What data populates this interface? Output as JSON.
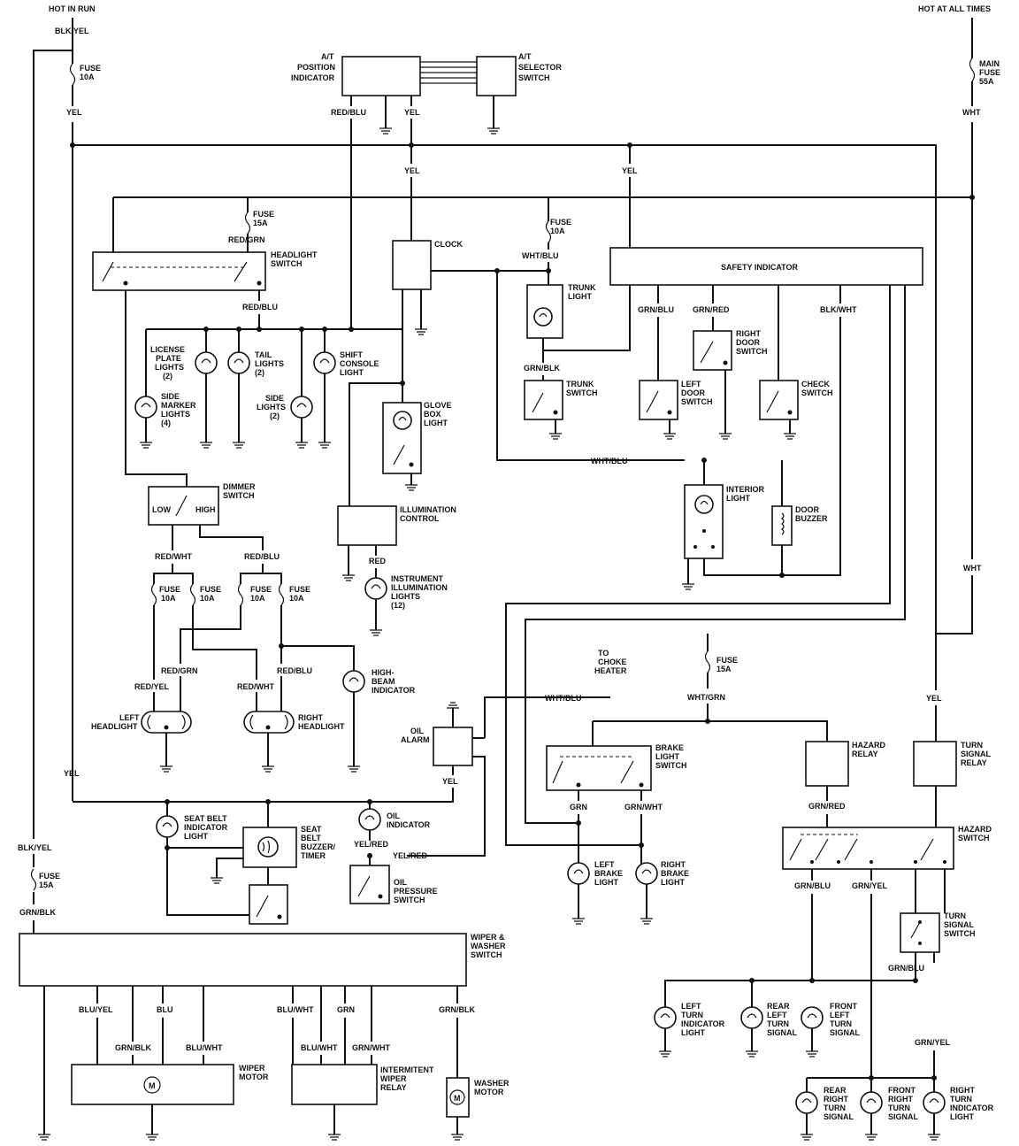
{
  "labels": {
    "hot_in_run": "HOT IN RUN",
    "hot_at_all_times": "HOT AT ALL TIMES",
    "blk_yel_top": "BLK/YEL",
    "fuse_10a_l1": "FUSE",
    "fuse_10a_l2": "10A",
    "yel_left": "YEL",
    "main_fuse_l1": "MAIN",
    "main_fuse_l2": "FUSE",
    "main_fuse_l3": "55A",
    "wht_right": "WHT",
    "at_pos_l1": "A/T",
    "at_pos_l2": "POSITION",
    "at_pos_l3": "INDICATOR",
    "at_sel_l1": "A/T",
    "at_sel_l2": "SELECTOR",
    "at_sel_l3": "SWITCH",
    "red_blu_at": "RED/BLU",
    "yel_at": "YEL",
    "yel_clock": "YEL",
    "yel_safety": "YEL",
    "fuse15_l1": "FUSE",
    "fuse15_l2": "15A",
    "red_grn_hl": "RED/GRN",
    "headlight_l1": "HEADLIGHT",
    "headlight_l2": "SWITCH",
    "red_blu_hl": "RED/BLU",
    "clock": "CLOCK",
    "fuse10_trunk_l1": "FUSE",
    "fuse10_trunk_l2": "10A",
    "wht_blu_trunk": "WHT/BLU",
    "safety_indicator": "SAFETY INDICATOR",
    "trunk_light_l1": "TRUNK",
    "trunk_light_l2": "LIGHT",
    "grn_blk_trunk": "GRN/BLK",
    "trunk_switch_l1": "TRUNK",
    "trunk_switch_l2": "SWITCH",
    "grn_blu_safety": "GRN/BLU",
    "grn_red_safety": "GRN/RED",
    "blk_wht_safety": "BLK/WHT",
    "right_door_l1": "RIGHT",
    "right_door_l2": "DOOR",
    "right_door_l3": "SWITCH",
    "left_door_l1": "LEFT",
    "left_door_l2": "DOOR",
    "left_door_l3": "SWITCH",
    "check_l1": "CHECK",
    "check_l2": "SWITCH",
    "license_l1": "LICENSE",
    "license_l2": "PLATE",
    "license_l3": "LIGHTS",
    "license_l4": "(2)",
    "tail_l1": "TAIL",
    "tail_l2": "LIGHTS",
    "tail_l3": "(2)",
    "shift_l1": "SHIFT",
    "shift_l2": "CONSOLE",
    "shift_l3": "LIGHT",
    "side_marker_l1": "SIDE",
    "side_marker_l2": "MARKER",
    "side_marker_l3": "LIGHTS",
    "side_marker_l4": "(4)",
    "side_lights_l1": "SIDE",
    "side_lights_l2": "LIGHTS",
    "side_lights_l3": "(2)",
    "glove_l1": "GLOVE",
    "glove_l2": "BOX",
    "glove_l3": "LIGHT",
    "wht_blu_mid": "WHT/BLU",
    "interior_l1": "INTERIOR",
    "interior_l2": "LIGHT",
    "door_buzzer_l1": "DOOR",
    "door_buzzer_l2": "BUZZER",
    "dimmer_l1": "DIMMER",
    "dimmer_l2": "SWITCH",
    "low": "LOW",
    "high": "HIGH",
    "illum_l1": "ILLUMINATION",
    "illum_l2": "CONTROL",
    "red_illum": "RED",
    "instr_l1": "INSTRUMENT",
    "instr_l2": "ILLUMINATION",
    "instr_l3": "LIGHTS",
    "instr_l4": "(12)",
    "red_wht_dim": "RED/WHT",
    "red_blu_dim": "RED/BLU",
    "fuse_a": "FUSE",
    "fuse_a2": "10A",
    "red_grn_mid": "RED/GRN",
    "red_blu_mid": "RED/BLU",
    "red_yel_hl": "RED/YEL",
    "red_wht_hl": "RED/WHT",
    "high_beam_l1": "HIGH-",
    "high_beam_l2": "BEAM",
    "high_beam_l3": "INDICATOR",
    "left_hl_l1": "LEFT",
    "left_hl_l2": "HEADLIGHT",
    "right_hl_l1": "RIGHT",
    "right_hl_l2": "HEADLIGHT",
    "wht_mid_right": "WHT",
    "choke_l1": "TO",
    "choke_l2": "CHOKE",
    "choke_l3": "HEATER",
    "wht_blu_choke": "WHT/BLU",
    "fuse15b_l1": "FUSE",
    "fuse15b_l2": "15A",
    "wht_grn": "WHT/GRN",
    "oil_alarm_l1": "OIL",
    "oil_alarm_l2": "ALARM",
    "yel_oil": "YEL",
    "yel_left2": "YEL",
    "yel_right2": "YEL",
    "brake_sw_l1": "BRAKE",
    "brake_sw_l2": "LIGHT",
    "brake_sw_l3": "SWITCH",
    "hazard_relay_l1": "HAZARD",
    "hazard_relay_l2": "RELAY",
    "turn_relay_l1": "TURN",
    "turn_relay_l2": "SIGNAL",
    "turn_relay_l3": "RELAY",
    "grn_brake": "GRN",
    "grn_wht_brake": "GRN/WHT",
    "grn_red_hazard": "GRN/RED",
    "hazard_sw_l1": "HAZARD",
    "hazard_sw_l2": "SWITCH",
    "seat_belt_ind_l1": "SEAT BELT",
    "seat_belt_ind_l2": "INDICATOR",
    "seat_belt_ind_l3": "LIGHT",
    "seat_buzzer_l1": "SEAT",
    "seat_buzzer_l2": "BELT",
    "seat_buzzer_l3": "BUZZER/",
    "seat_buzzer_l4": "TIMER",
    "oil_ind_l1": "OIL",
    "oil_ind_l2": "INDICATOR",
    "yel_red_a": "YEL/RED",
    "yel_red_b": "YEL/RED",
    "oil_press_l1": "OIL",
    "oil_press_l2": "PRESSURE",
    "oil_press_l3": "SWITCH",
    "left_brake_l1": "LEFT",
    "left_brake_l2": "BRAKE",
    "left_brake_l3": "LIGHT",
    "right_brake_l1": "RIGHT",
    "right_brake_l2": "BRAKE",
    "right_brake_l3": "LIGHT",
    "grn_blu_haz": "GRN/BLU",
    "grn_yel_haz": "GRN/YEL",
    "blk_yel_left": "BLK/YEL",
    "fuse15c_l1": "FUSE",
    "fuse15c_l2": "15A",
    "grn_blk_left": "GRN/BLK",
    "wiper_sw_l1": "WIPER &",
    "wiper_sw_l2": "WASHER",
    "wiper_sw_l3": "SWITCH",
    "turn_sw_l1": "TURN",
    "turn_sw_l2": "SIGNAL",
    "turn_sw_l3": "SWITCH",
    "grn_blu_turn": "GRN/BLU",
    "blu_yel": "BLU/YEL",
    "blu": "BLU",
    "blu_wht_a": "BLU/WHT",
    "grn_w": "GRN",
    "grn_blk_wash": "GRN/BLK",
    "grn_blk_w": "GRN/BLK",
    "blu_wht_b": "BLU/WHT",
    "blu_wht_c": "BLU/WHT",
    "grn_wht_w": "GRN/WHT",
    "wiper_motor_l1": "WIPER",
    "wiper_motor_l2": "MOTOR",
    "motor_m": "M",
    "int_relay_l1": "INTERMITENT",
    "int_relay_l2": "WIPER",
    "int_relay_l3": "RELAY",
    "washer_l1": "WASHER",
    "washer_l2": "MOTOR",
    "left_turn_ind_l1": "LEFT",
    "left_turn_ind_l2": "TURN",
    "left_turn_ind_l3": "INDICATOR",
    "left_turn_ind_l4": "LIGHT",
    "rear_left_l1": "REAR",
    "rear_left_l2": "LEFT",
    "rear_left_l3": "TURN",
    "rear_left_l4": "SIGNAL",
    "front_left_l1": "FRONT",
    "front_left_l2": "LEFT",
    "front_left_l3": "TURN",
    "front_left_l4": "SIGNAL",
    "grn_yel_turn": "GRN/YEL",
    "rear_right_l1": "REAR",
    "rear_right_l2": "RIGHT",
    "rear_right_l3": "TURN",
    "rear_right_l4": "SIGNAL",
    "front_right_l1": "FRONT",
    "front_right_l2": "RIGHT",
    "front_right_l3": "TURN",
    "front_right_l4": "SIGNAL",
    "right_turn_ind_l1": "RIGHT",
    "right_turn_ind_l2": "TURN",
    "right_turn_ind_l3": "INDICATOR",
    "right_turn_ind_l4": "LIGHT"
  }
}
